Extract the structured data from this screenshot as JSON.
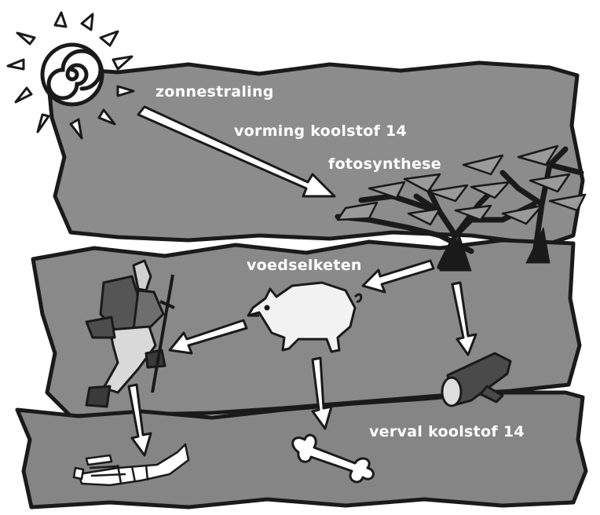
{
  "labels": {
    "solar_radiation": "zonnestraling",
    "c14_formation": "vorming koolstof 14",
    "photosynthesis": "fotosynthese",
    "food_chain": "voedselketen",
    "c14_decay": "verval koolstof 14"
  },
  "colors": {
    "panel_fill": "#8c8c8c",
    "panel_dark": "#7a7a7a",
    "outline": "#1a1a1a",
    "label_text": "#ffffff",
    "arrow_fill": "#ffffff"
  },
  "icons": [
    "sun-icon",
    "tree-icon",
    "hiker-icon",
    "pig-icon",
    "log-icon",
    "skeleton-hand-icon",
    "bone-icon"
  ]
}
